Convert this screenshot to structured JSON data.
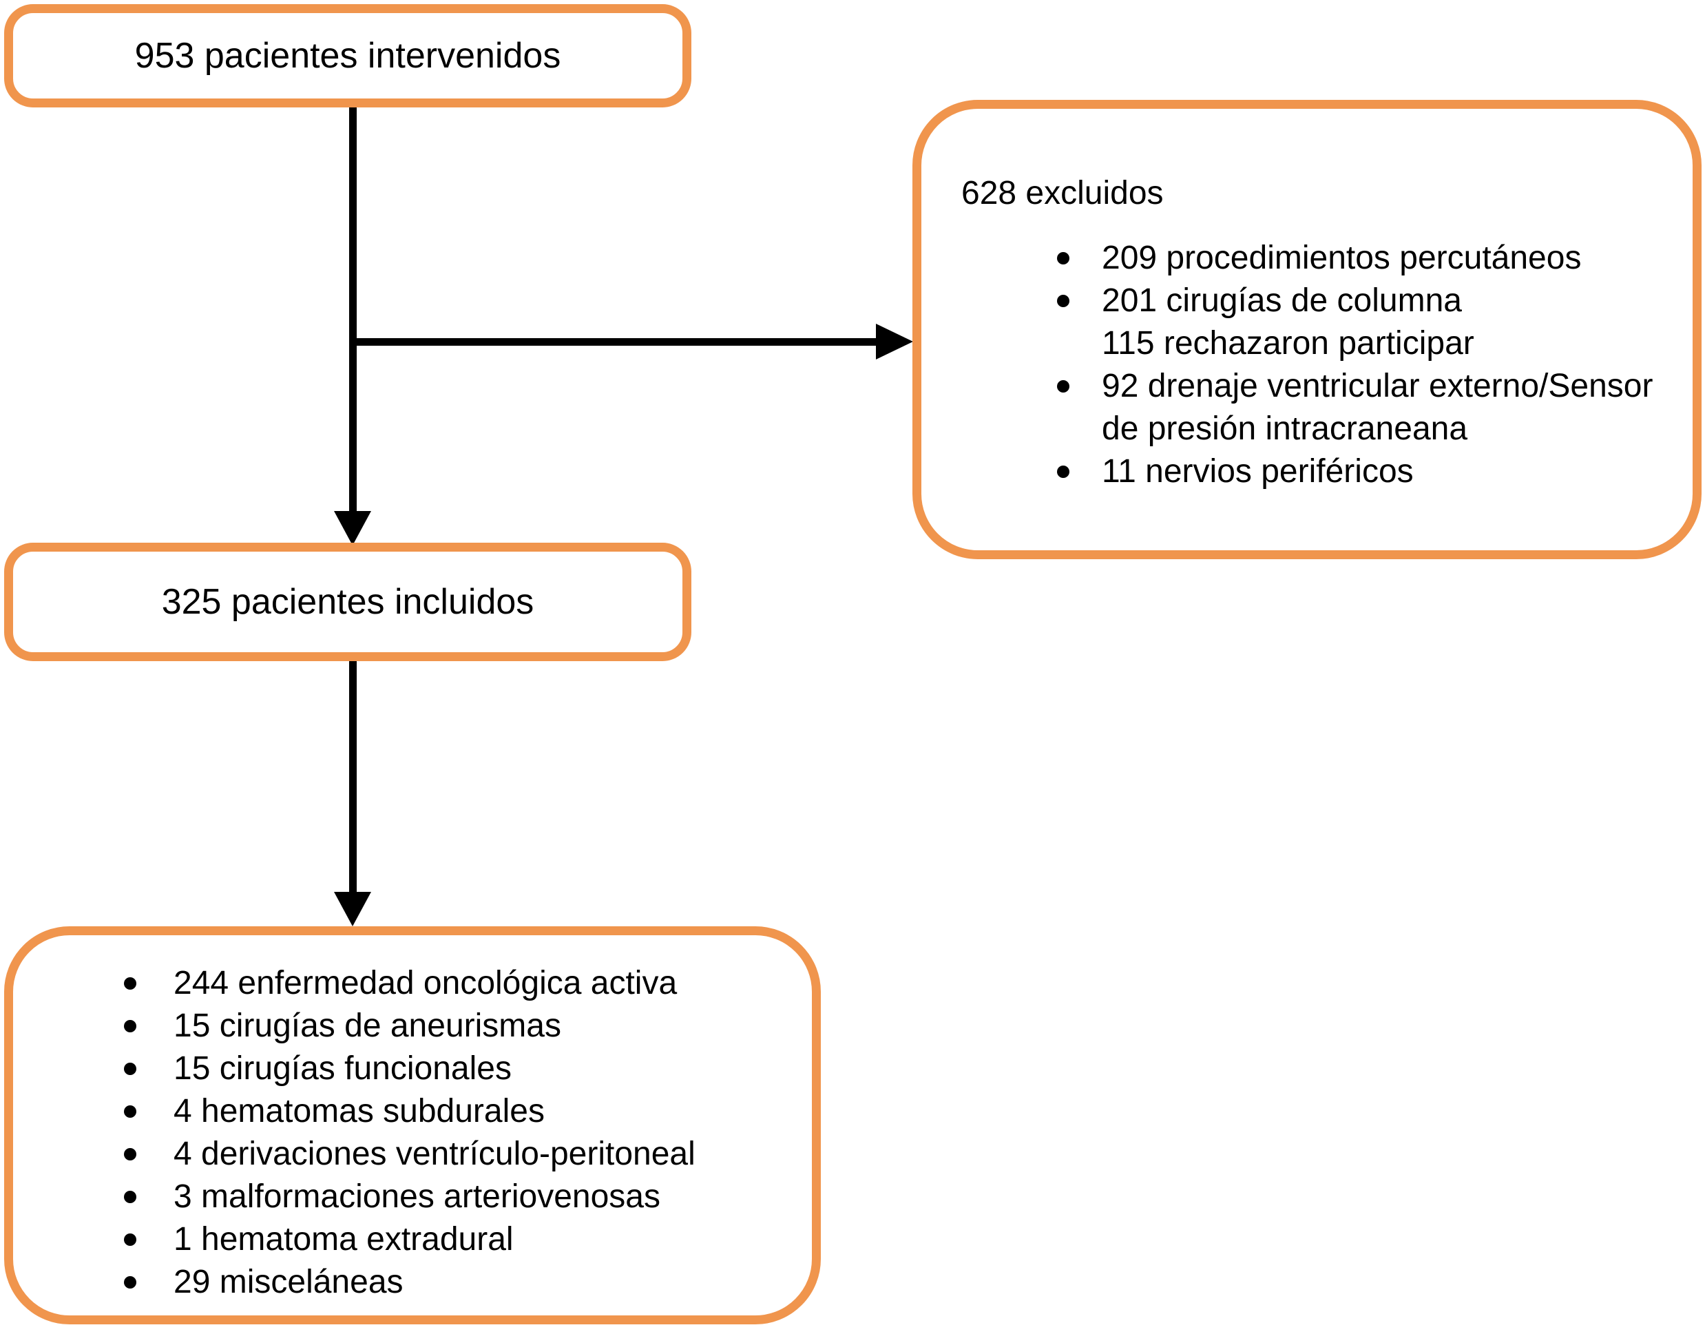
{
  "figure": {
    "type": "patient-flow-diagram",
    "colors": {
      "box_border": "#F0954D",
      "arrow": "#000000",
      "text": "#000000",
      "background": "#FFFFFF"
    },
    "boxes": {
      "operated": {
        "label": "953 pacientes intervenidos"
      },
      "excluded": {
        "title": "628 excluidos",
        "items": [
          {
            "text": "209 procedimientos percutáneos",
            "bullet": true
          },
          {
            "text": "201 cirugías de columna",
            "bullet": true
          },
          {
            "text": "115 rechazaron participar",
            "bullet": false
          },
          {
            "text": "92 drenaje ventricular externo/Sensor",
            "bullet": true
          },
          {
            "text": "de presión intracraneana",
            "bullet": false
          },
          {
            "text": "11 nervios periféricos",
            "bullet": true
          }
        ]
      },
      "included": {
        "label": "325 pacientes incluidos"
      },
      "included_detail": {
        "items": [
          "244 enfermedad oncológica activa",
          "15 cirugías de aneurismas",
          "15 cirugías funcionales",
          "4 hematomas subdurales",
          "4 derivaciones ventrículo-peritoneal",
          "3 malformaciones arteriovenosas",
          "1 hematoma extradural",
          "29 misceláneas"
        ]
      }
    }
  }
}
